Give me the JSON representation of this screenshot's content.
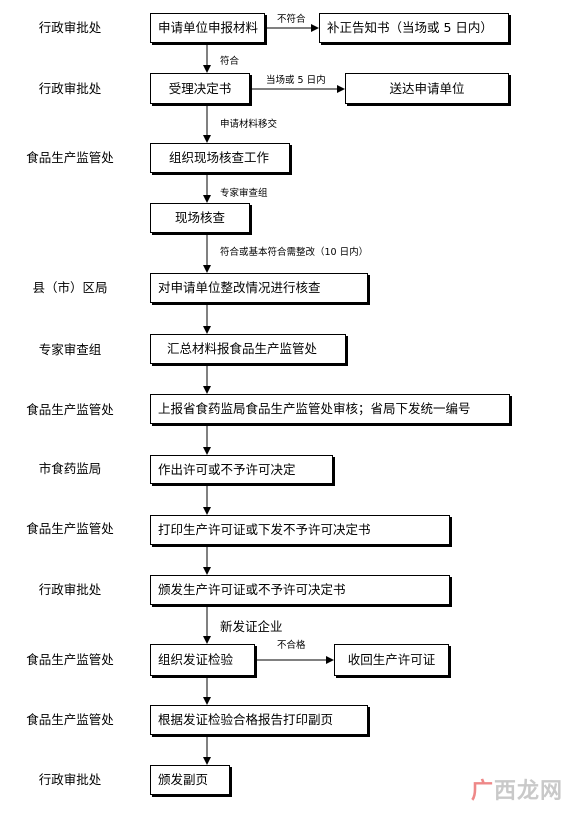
{
  "lanes": [
    "行政审批处",
    "行政审批处",
    "食品生产监管处",
    "县（市）区局",
    "专家审查组",
    "食品生产监管处",
    "市食药监局",
    "食品生产监管处",
    "行政审批处",
    "食品生产监管处",
    "食品生产监管处",
    "行政审批处"
  ],
  "nodes": {
    "n1": "申请单位申报材料",
    "n1b": "补正告知书（当场或 5 日内）",
    "n2": "受理决定书",
    "n2b": "送达申请单位",
    "n3": "组织现场核查工作",
    "n4": "现场核查",
    "n5": "对申请单位整改情况进行核查",
    "n6": "汇总材料报食品生产监管处",
    "n7": "上报省食药监局食品生产监管处审核；省局下发统一编号",
    "n8": "作出许可或不予许可决定",
    "n9": "打印生产许可证或下发不予许可决定书",
    "n10": "颁发生产许可证或不予许可决定书",
    "n11": "组织发证检验",
    "n11b": "收回生产许可证",
    "n12": "根据发证检验合格报告打印副页",
    "n13": "颁发副页"
  },
  "edge_labels": {
    "e1_no": "不符合",
    "e1_yes": "符合",
    "e2_right": "当场或 5 日内",
    "e2_down": "申请材料移交",
    "e3_down": "专家审查组",
    "e4_down": "符合或基本符合需整改（10 日内）",
    "e10_down": "新发证企业",
    "e11_no": "不合格"
  },
  "watermark": {
    "mark": "广",
    "text": "西龙网"
  }
}
